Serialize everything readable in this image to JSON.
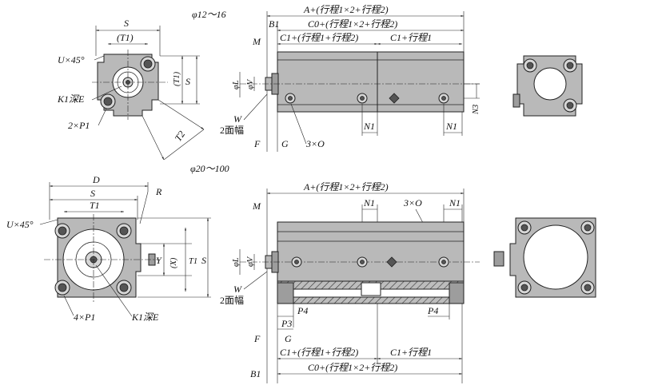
{
  "top_section": {
    "title": "φ12～16",
    "left_view": {
      "label_s": "S",
      "label_t1_paren": "(T1)",
      "label_u45": "U×45°",
      "label_k1": "K1深E",
      "label_2p1": "2×P1",
      "label_t1_vert": "(T1)",
      "label_s_vert": "S",
      "label_t2": "T2"
    },
    "side_view": {
      "dim_a": "A+(行程1×2+行程2)",
      "dim_c0": "C0+(行程1×2+行程2)",
      "dim_c1_left": "C1+(行程1+行程2)",
      "dim_c1_right": "C1+行程1",
      "label_b1": "B1",
      "label_m": "M",
      "label_phil": "φL",
      "label_phiv": "φV",
      "label_w": "W",
      "label_2face": "2面幅",
      "label_f": "F",
      "label_g": "G",
      "label_3o": "3×O",
      "label_n1_a": "N1",
      "label_n1_b": "N1",
      "label_n3": "N3"
    }
  },
  "bottom_section": {
    "title": "φ20～100",
    "left_view": {
      "label_d": "D",
      "label_s": "S",
      "label_r": "R",
      "label_t1": "T1",
      "label_u45": "U×45°",
      "label_y": "Y",
      "label_x_paren": "(X)",
      "label_t1_vert": "T1",
      "label_s_vert": "S",
      "label_4p1": "4×P1",
      "label_k1": "K1深E"
    },
    "side_view": {
      "dim_a": "A+(行程1×2+行程2)",
      "label_m": "M",
      "label_n1_a": "N1",
      "label_3o": "3×O",
      "label_n1_b": "N1",
      "label_phil": "φL",
      "label_phiv": "φV",
      "label_w": "W",
      "label_2face": "2面幅",
      "label_p4_a": "P4",
      "label_p4_b": "P4",
      "label_p3": "P3",
      "label_f": "F",
      "label_g": "G",
      "dim_c1_left": "C1+(行程1+行程2)",
      "dim_c1_right": "C1+行程1",
      "label_b1": "B1",
      "dim_c0": "C0+(行程1×2+行程2)"
    }
  },
  "colors": {
    "body_fill": "#b9b9b9",
    "line": "#222222",
    "background": "#ffffff"
  }
}
